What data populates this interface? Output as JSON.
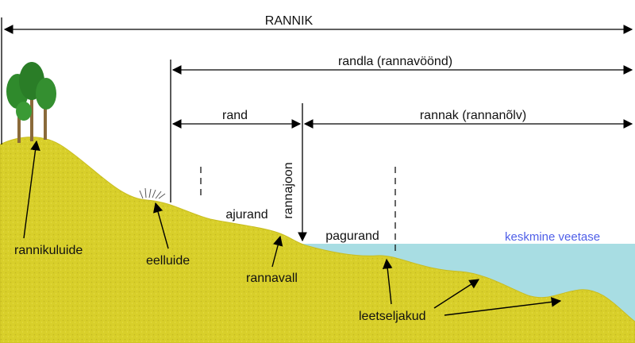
{
  "colors": {
    "land": "#d8cf2a",
    "land_dark": "#b9ae1e",
    "water": "#a8dde3",
    "water_label": "#4f5fe8",
    "line": "#000000",
    "tree_foliage": "#2f8a2c",
    "tree_trunk": "#8a6a3a"
  },
  "labels": {
    "rannik": "RANNIK",
    "randla": "randla (rannavöönd)",
    "rand": "rand",
    "rannak": "rannak (rannanõlv)",
    "rannajoon": "rannajoon",
    "ajurand": "ajurand",
    "pagurand": "pagurand",
    "keskmine_veetase": "keskmine veetase",
    "rannikuluide": "rannikuluide",
    "eelluide": "eelluide",
    "rannavall": "rannavall",
    "leetseljakud": "leetseljakud"
  },
  "icons": {
    "trees": "pine-trees-icon",
    "grass": "grass-tuft-icon"
  }
}
